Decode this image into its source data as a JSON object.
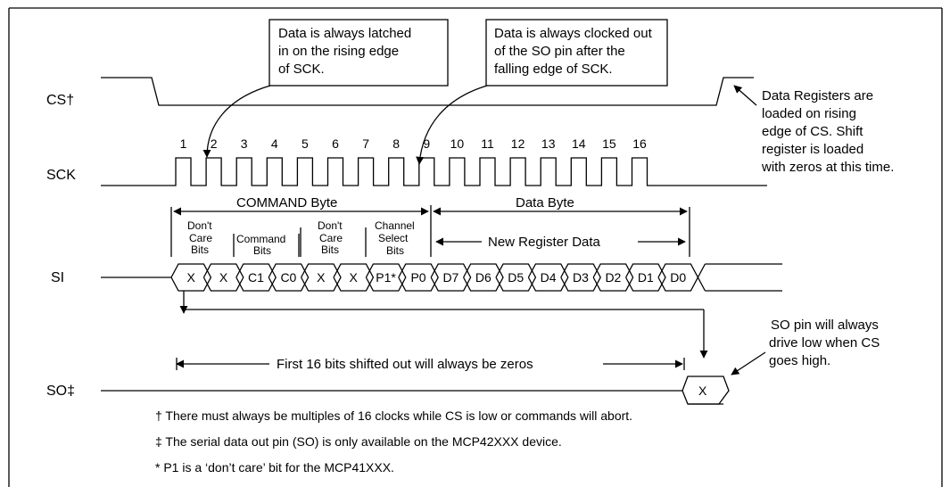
{
  "callouts": {
    "latch": [
      "Data is always latched",
      "in on the rising edge",
      "of SCK."
    ],
    "clockout": [
      "Data is always clocked out",
      "of the SO pin after the",
      "falling edge of SCK."
    ]
  },
  "signals": {
    "cs": "CS†",
    "sck": "SCK",
    "si": "SI",
    "so": "SO‡"
  },
  "clock_numbers": [
    "1",
    "2",
    "3",
    "4",
    "5",
    "6",
    "7",
    "8",
    "9",
    "10",
    "11",
    "12",
    "13",
    "14",
    "15",
    "16"
  ],
  "cs_note": [
    "Data Registers are",
    "loaded on rising",
    "edge of CS. Shift",
    "register is loaded",
    "with zeros at this time."
  ],
  "byte_labels": {
    "command": "COMMAND Byte",
    "data": "Data Byte"
  },
  "group_labels": {
    "dont_care_1": [
      "Don't",
      "Care",
      "Bits"
    ],
    "command": [
      "Command",
      "Bits"
    ],
    "dont_care_2": [
      "Don't",
      "Care",
      "Bits"
    ],
    "channel_select": [
      "Channel",
      "Select",
      "Bits"
    ],
    "new_register_data": "New Register Data"
  },
  "si_cells": [
    "X",
    "X",
    "C1",
    "C0",
    "X",
    "X",
    "P1*",
    "P0",
    "D7",
    "D6",
    "D5",
    "D4",
    "D3",
    "D2",
    "D1",
    "D0"
  ],
  "so_line_label": "First 16 bits shifted out will always be zeros",
  "so_cell": "X",
  "so_note": [
    "SO pin will always",
    "drive low when CS",
    "goes high."
  ],
  "footnotes": [
    "† There must always be multiples of 16 clocks while CS is low or commands will abort.",
    "‡ The serial data out pin (SO) is only available on the MCP42XXX device.",
    "* P1 is a ‘don’t care’ bit for the MCP41XXX."
  ]
}
